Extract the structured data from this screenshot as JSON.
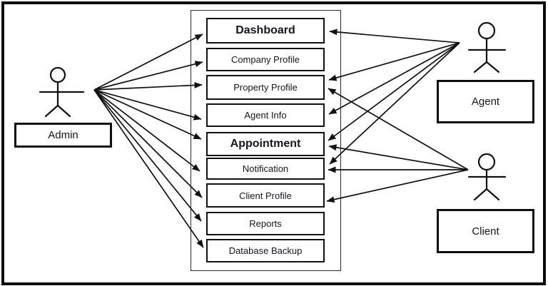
{
  "actors": [
    {
      "id": "admin",
      "label": "Admin"
    },
    {
      "id": "agent",
      "label": "Agent"
    },
    {
      "id": "client",
      "label": "Client"
    }
  ],
  "modules": [
    {
      "id": "dashboard",
      "label": "Dashboard",
      "emphasis": true
    },
    {
      "id": "company-profile",
      "label": "Company Profile",
      "emphasis": false
    },
    {
      "id": "property-profile",
      "label": "Property Profile",
      "emphasis": false
    },
    {
      "id": "agent-info",
      "label": "Agent Info",
      "emphasis": false
    },
    {
      "id": "appointment",
      "label": "Appointment",
      "emphasis": true
    },
    {
      "id": "notification",
      "label": "Notification",
      "emphasis": false
    },
    {
      "id": "client-profile",
      "label": "Client Profile",
      "emphasis": false
    },
    {
      "id": "reports",
      "label": "Reports",
      "emphasis": false
    },
    {
      "id": "database-backup",
      "label": "Database Backup",
      "emphasis": false
    }
  ],
  "connections": {
    "admin": [
      "dashboard",
      "company-profile",
      "property-profile",
      "agent-info",
      "appointment",
      "notification",
      "client-profile",
      "reports",
      "database-backup"
    ],
    "agent": [
      "dashboard",
      "property-profile",
      "agent-info",
      "appointment",
      "notification"
    ],
    "client": [
      "property-profile",
      "appointment",
      "notification",
      "client-profile"
    ]
  },
  "colors": {
    "stroke": "#111111",
    "background": "#ffffff",
    "text": "#15151e"
  }
}
